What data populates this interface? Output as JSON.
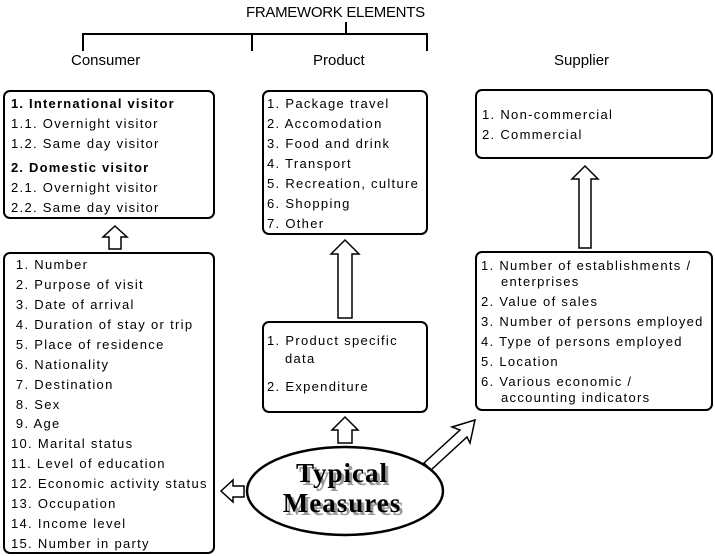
{
  "title": "FRAMEWORK ELEMENTS",
  "columns": {
    "consumer": "Consumer",
    "product": "Product",
    "supplier": "Supplier"
  },
  "consumer_box": {
    "items": [
      {
        "text": "1. International visitor",
        "bold": true
      },
      {
        "text": "1.1. Overnight visitor",
        "bold": false
      },
      {
        "text": "1.2. Same day visitor",
        "bold": false
      },
      {
        "text": "2. Domestic visitor",
        "bold": true
      },
      {
        "text": "2.1. Overnight visitor",
        "bold": false
      },
      {
        "text": "2.2. Same day visitor",
        "bold": false
      }
    ]
  },
  "consumer_measures": {
    "items": [
      " 1. Number",
      " 2. Purpose of visit",
      " 3. Date of arrival",
      " 4. Duration of stay or trip",
      " 5. Place of residence",
      " 6. Nationality",
      " 7. Destination",
      " 8. Sex",
      " 9. Age",
      "10. Marital status",
      "11. Level of education",
      "12. Economic activity status",
      "13. Occupation",
      "14. Income level",
      "15. Number in party"
    ]
  },
  "product_box": {
    "items": [
      "1. Package travel",
      "2. Accomodation",
      "3. Food and drink",
      "4. Transport",
      "5. Recreation, culture",
      "6. Shopping",
      "7. Other"
    ]
  },
  "product_measures": {
    "items": [
      "1. Product specific",
      "data",
      "2. Expenditure"
    ]
  },
  "supplier_box": {
    "items": [
      "1. Non-commercial",
      "2. Commercial"
    ]
  },
  "supplier_measures": {
    "items": [
      "1. Number of establishments /",
      "enterprises",
      "2. Value of sales",
      "3. Number of persons employed",
      "4. Type of persons employed",
      "5. Location",
      "6. Various economic /",
      "accounting indicators"
    ]
  },
  "center": {
    "line1": "Typical",
    "line2": "Measures"
  }
}
